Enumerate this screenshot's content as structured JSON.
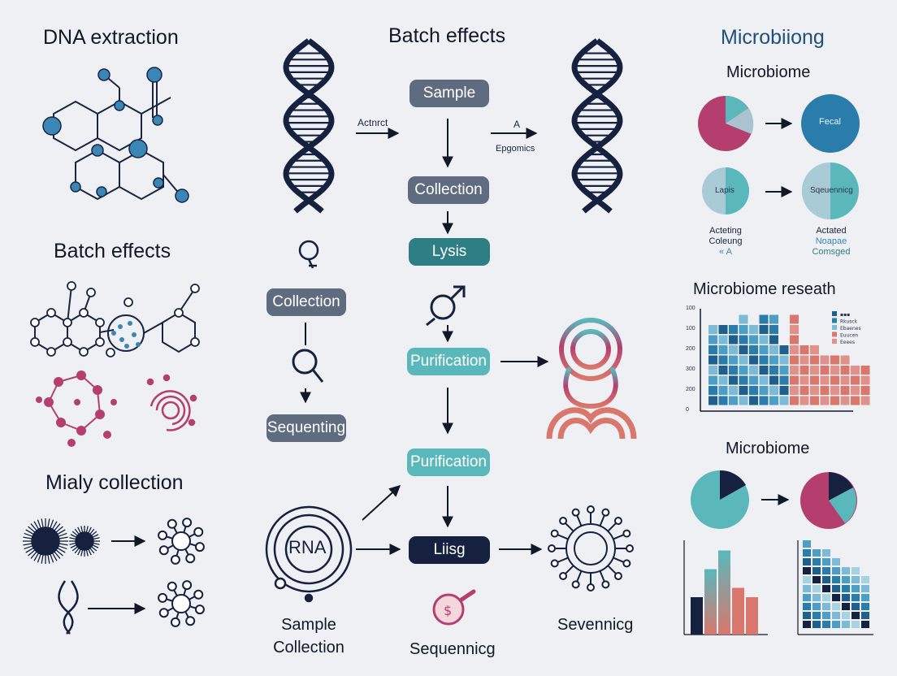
{
  "headings": {
    "dna_extraction": "DNA extraction",
    "batch_effects_top": "Batch effects",
    "batch_effects_left": "Batch effects",
    "mialy_collection": "Mialy collection",
    "microbiiong": "Microbiiong",
    "microbiome_1": "Microbiome",
    "microbiome_research": "Microbiome reseath",
    "microbiome_2": "Microbiome"
  },
  "flow": {
    "sample": "Sample",
    "collection_mid": "Collection",
    "lysis": "Lysis",
    "purification_1": "Purification",
    "purification_2": "Purification",
    "liisg": "Liisg",
    "collection_left": "Collection",
    "sequenting": "Sequenting"
  },
  "arrow_labels": {
    "actnrct": "Actnrct",
    "a": "A",
    "epgomics": "Epgomics"
  },
  "bottom_labels": {
    "rna": "RNA",
    "sample_collection_1": "Sample",
    "sample_collection_2": "Collection",
    "sequencing": "Sequennicg",
    "sevennicg": "Sevennicg"
  },
  "pies": {
    "fecal_label": "Fecal",
    "lapis_label": "Lapis",
    "sequencing_label": "Sqeuennicg",
    "left_caption": [
      "Acteting",
      "Coleung",
      "«  A"
    ],
    "right_caption": [
      "Actated",
      "Noapae",
      "Comsged"
    ]
  },
  "colors": {
    "navy": "#15213f",
    "slate": "#5f6b7e",
    "teal": "#2e7f84",
    "light_teal": "#5ab8bb",
    "magenta": "#b43f6f",
    "salmon": "#d9776c",
    "blue_node": "#3a86b7"
  },
  "chart_data": [
    {
      "type": "bar",
      "title": "Microbiome reseath",
      "ytick_labels": [
        "100",
        "100",
        "200",
        "300",
        "200",
        "0"
      ],
      "legend_labels": [
        "▪▪▪",
        "Rkusck",
        "Ebaenes",
        "Euucen",
        "Eeees"
      ],
      "series": [
        {
          "name": "blue",
          "values": [
            8,
            8,
            8,
            9,
            8,
            9,
            9,
            6
          ]
        },
        {
          "name": "salmon",
          "values": [
            9,
            6,
            6,
            5,
            5,
            5,
            4,
            4
          ]
        }
      ]
    },
    {
      "type": "bar",
      "series_values": [
        4,
        7,
        9,
        5,
        4
      ]
    },
    {
      "type": "heatmap",
      "values": [
        7,
        6,
        6,
        5,
        4,
        4,
        3
      ]
    }
  ]
}
